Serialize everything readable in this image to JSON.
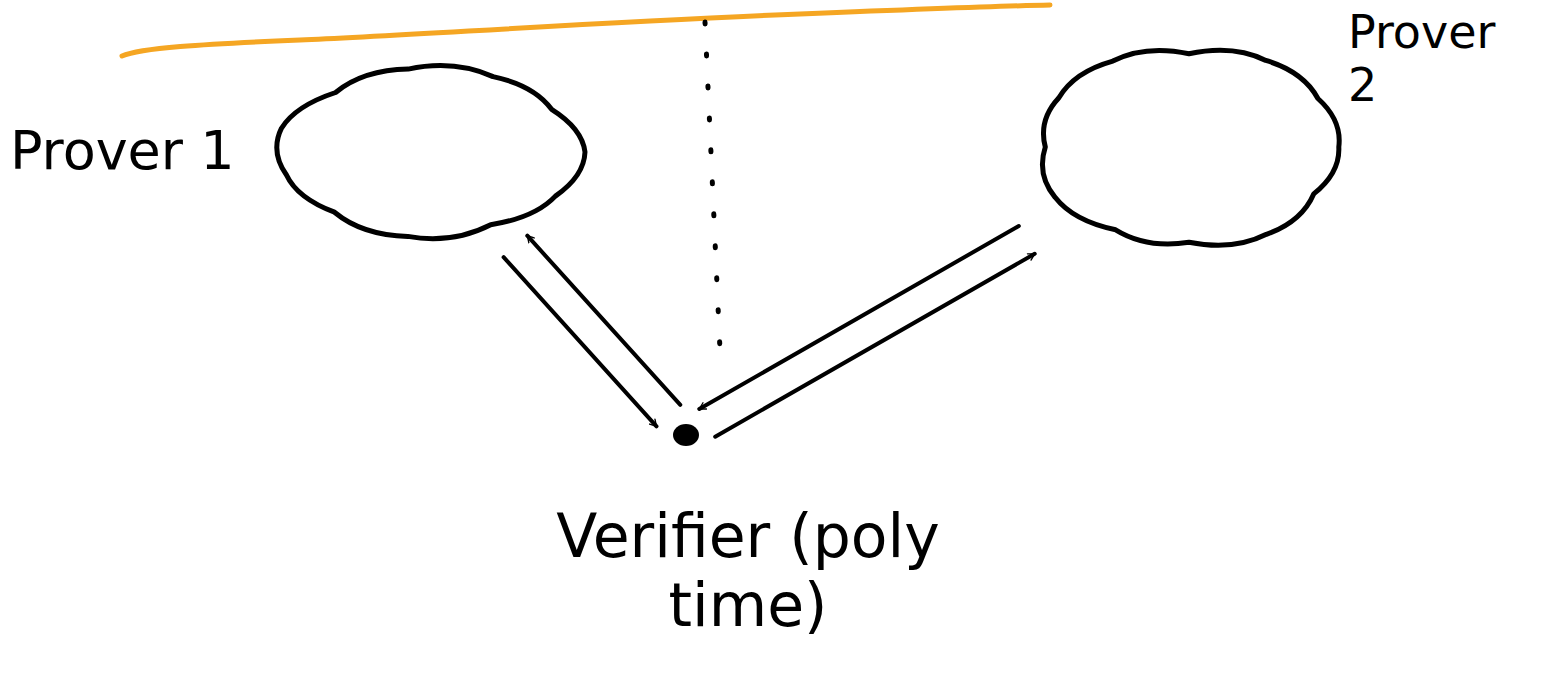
{
  "diagram": {
    "nodes": [
      {
        "text": [
          "Prover 1"
        ]
      },
      {
        "text": [
          "Prover 2"
        ]
      },
      {
        "text": [
          "Verifier (poly time)"
        ]
      }
    ],
    "edges": [
      {
        "from": 0,
        "to": 2,
        "arrow": "to"
      },
      {
        "from": 2,
        "to": 0,
        "arrow": "to"
      },
      {
        "from": 1,
        "to": 2,
        "arrow": "to"
      },
      {
        "from": 2,
        "to": 1,
        "arrow": "to"
      }
    ]
  }
}
